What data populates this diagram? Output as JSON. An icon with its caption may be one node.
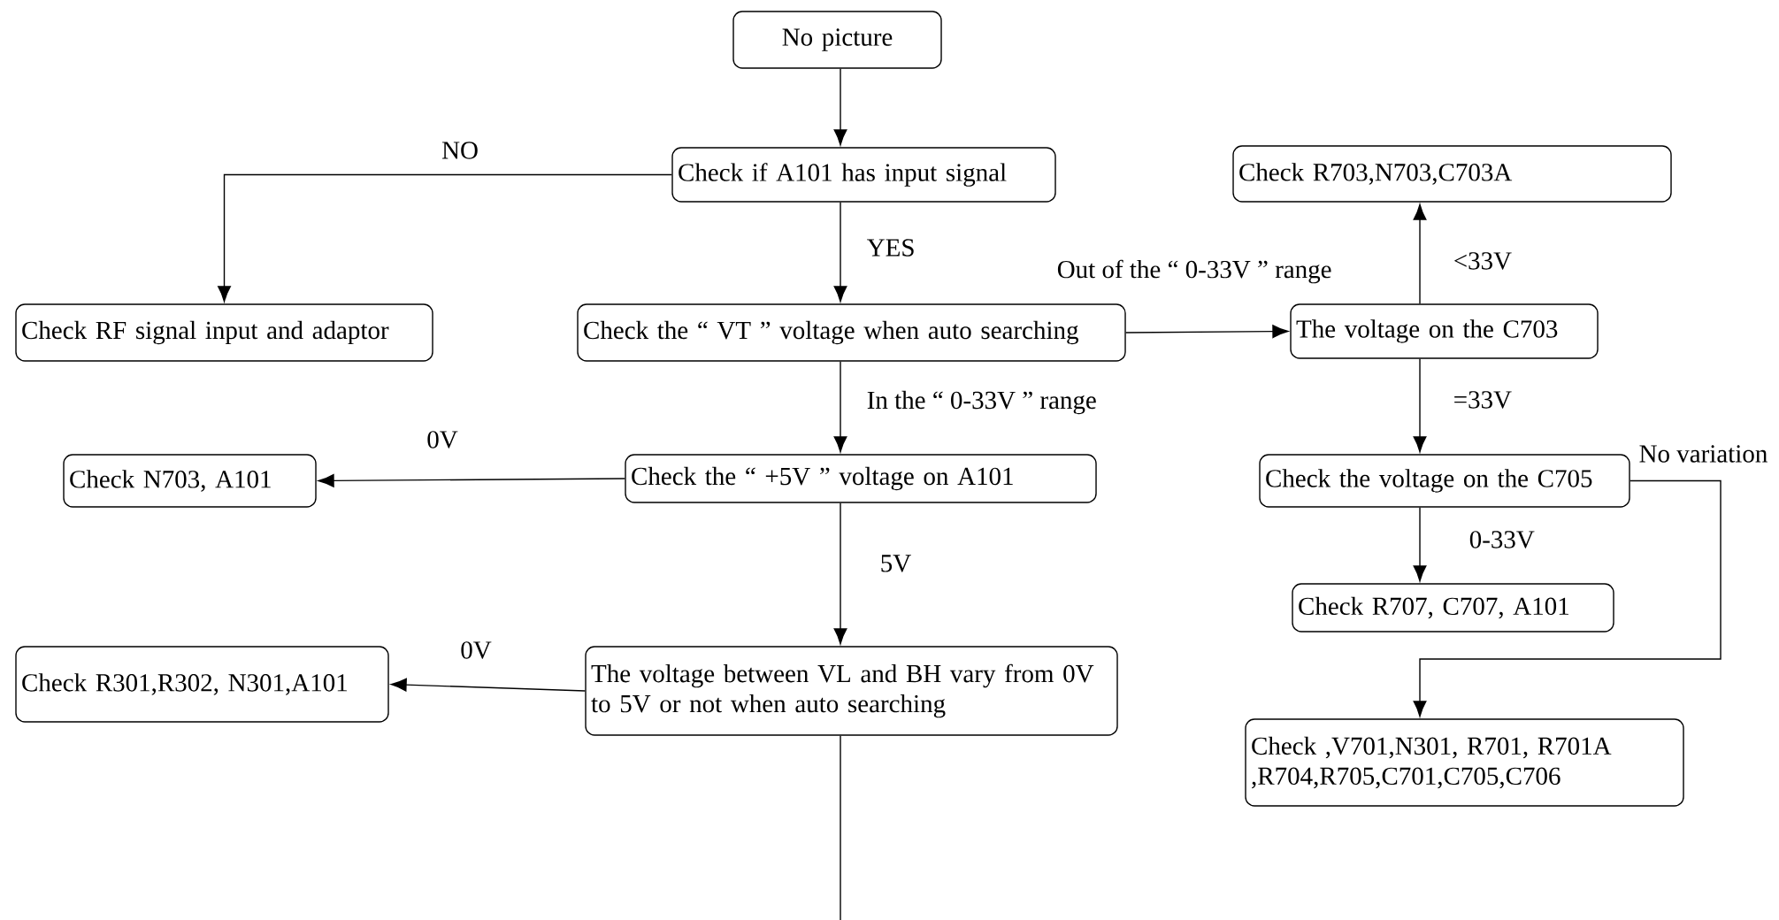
{
  "diagram": {
    "nodes": [
      {
        "text": [
          "No picture"
        ]
      },
      {
        "text": [
          "Check if A101 has input signal"
        ]
      },
      {
        "text": [
          "Check RF signal input and adaptor"
        ]
      },
      {
        "text": [
          "Check the “ VT ” voltage when auto searching"
        ]
      },
      {
        "text": [
          "Check the “ +5V ” voltage on A101"
        ]
      },
      {
        "text": [
          "Check N703, A101"
        ]
      },
      {
        "text": [
          "The voltage between VL and BH vary from 0V to 5V or not when auto searching"
        ]
      },
      {
        "text": [
          "Check R301,R302, N301,A101"
        ]
      },
      {
        "text": [
          "Check R703,N703,C703A"
        ]
      },
      {
        "text": [
          "The voltage on the C703"
        ]
      },
      {
        "text": [
          "Check the voltage on the C705"
        ]
      },
      {
        "text": [
          "Check R707, C707, A101"
        ]
      },
      {
        "text": [
          "Check ,V701,N301, R701, R701A ,R704,R705,C701,C705,C706"
        ]
      }
    ],
    "edges": [
      {
        "from": 0,
        "to": 1,
        "arrow": "to"
      },
      {
        "from": 1,
        "to": 2,
        "arrow": "to",
        "label": "NO"
      },
      {
        "from": 1,
        "to": 3,
        "arrow": "to",
        "label": "YES"
      },
      {
        "from": 3,
        "to": 9,
        "arrow": "to",
        "label": "Out of the “ 0-33V ” range"
      },
      {
        "from": 3,
        "to": 4,
        "arrow": "to",
        "label": "In the “ 0-33V ” range"
      },
      {
        "from": 4,
        "to": 5,
        "arrow": "to",
        "label": "0V"
      },
      {
        "from": 4,
        "to": 6,
        "arrow": "to",
        "label": "5V"
      },
      {
        "from": 6,
        "to": 7,
        "arrow": "to",
        "label": "0V"
      },
      {
        "from": 9,
        "to": 8,
        "arrow": "to",
        "label": "<33V"
      },
      {
        "from": 9,
        "to": 10,
        "arrow": "to",
        "label": "=33V"
      },
      {
        "from": 10,
        "to": 11,
        "arrow": "to",
        "label": "0-33V"
      },
      {
        "from": 10,
        "to": 12,
        "arrow": "to",
        "label": "No variation"
      },
      {
        "from": 6,
        "to": null,
        "arrow": "none"
      }
    ]
  }
}
